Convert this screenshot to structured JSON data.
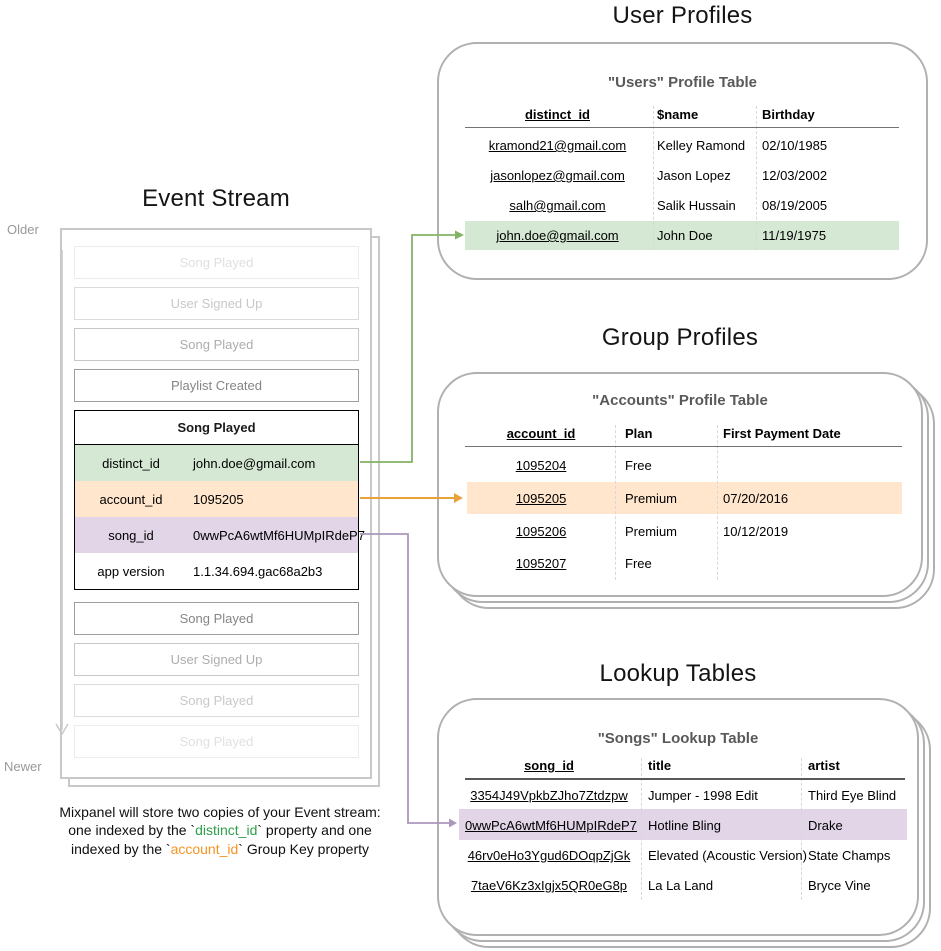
{
  "colors": {
    "green_fill": "#d5e8d4",
    "green_stroke": "#82b366",
    "orange_fill": "#ffe6cc",
    "orange_stroke": "#e8a33d",
    "purple_fill": "#e1d5e7",
    "purple_stroke": "#ab98bd",
    "caption_green": "#2e9e4a",
    "caption_orange": "#f79422",
    "card_border": "#b0b0b0"
  },
  "event_stream": {
    "title": "Event Stream",
    "older_label": "Older",
    "newer_label": "Newer",
    "events_before": [
      "Song Played",
      "User Signed Up",
      "Song Played",
      "Playlist Created"
    ],
    "selected_event": {
      "name": "Song Played",
      "properties": [
        {
          "key": "distinct_id",
          "value": "john.doe@gmail.com"
        },
        {
          "key": "account_id",
          "value": "1095205"
        },
        {
          "key": "song_id",
          "value": "0wwPcA6wtMf6HUMpIRdeP7"
        },
        {
          "key": "app version",
          "value": "1.1.34.694.gac68a2b3"
        }
      ]
    },
    "events_after": [
      "Song Played",
      "User Signed Up",
      "Song Played",
      "Song Played"
    ]
  },
  "caption": {
    "line1": "Mixpanel will store two copies of your Event stream:",
    "line2": {
      "pre": "one indexed by the `",
      "key": "distinct_id",
      "post": "` property and one"
    },
    "line3": {
      "pre": "indexed by the `",
      "key": "account_id",
      "post": "` Group Key property"
    }
  },
  "user_profiles": {
    "section_title": "User Profiles",
    "table_title": "\"Users\" Profile Table",
    "columns": [
      "distinct_id",
      "$name",
      "Birthday"
    ],
    "rows": [
      [
        "kramond21@gmail.com",
        "Kelley Ramond",
        "02/10/1985"
      ],
      [
        "jasonlopez@gmail.com",
        "Jason Lopez",
        "12/03/2002"
      ],
      [
        "salh@gmail.com",
        "Salik Hussain",
        "08/19/2005"
      ],
      [
        "john.doe@gmail.com",
        "John Doe",
        "11/19/1975"
      ]
    ],
    "highlighted_row_index": 3
  },
  "group_profiles": {
    "section_title": "Group Profiles",
    "table_title": "\"Accounts\" Profile Table",
    "columns": [
      "account_id",
      "Plan",
      "First Payment Date"
    ],
    "rows": [
      [
        "1095204",
        "Free",
        ""
      ],
      [
        "1095205",
        "Premium",
        "07/20/2016"
      ],
      [
        "1095206",
        "Premium",
        "10/12/2019"
      ],
      [
        "1095207",
        "Free",
        ""
      ]
    ],
    "highlighted_row_index": 1
  },
  "lookup_tables": {
    "section_title": "Lookup Tables",
    "table_title": "\"Songs\" Lookup Table",
    "columns": [
      "song_id",
      "title",
      "artist"
    ],
    "rows": [
      [
        "3354J49VpkbZJho7Ztdzpw",
        "Jumper - 1998 Edit",
        "Third Eye Blind"
      ],
      [
        "0wwPcA6wtMf6HUMpIRdeP7",
        "Hotline Bling",
        "Drake"
      ],
      [
        "46rv0eHo3Ygud6DOqpZjGk",
        "Elevated (Acoustic Version)",
        "State Champs"
      ],
      [
        "7taeV6Kz3xIgjx5QR0eG8p",
        "La La Land",
        "Bryce Vine"
      ]
    ],
    "highlighted_row_index": 1
  }
}
